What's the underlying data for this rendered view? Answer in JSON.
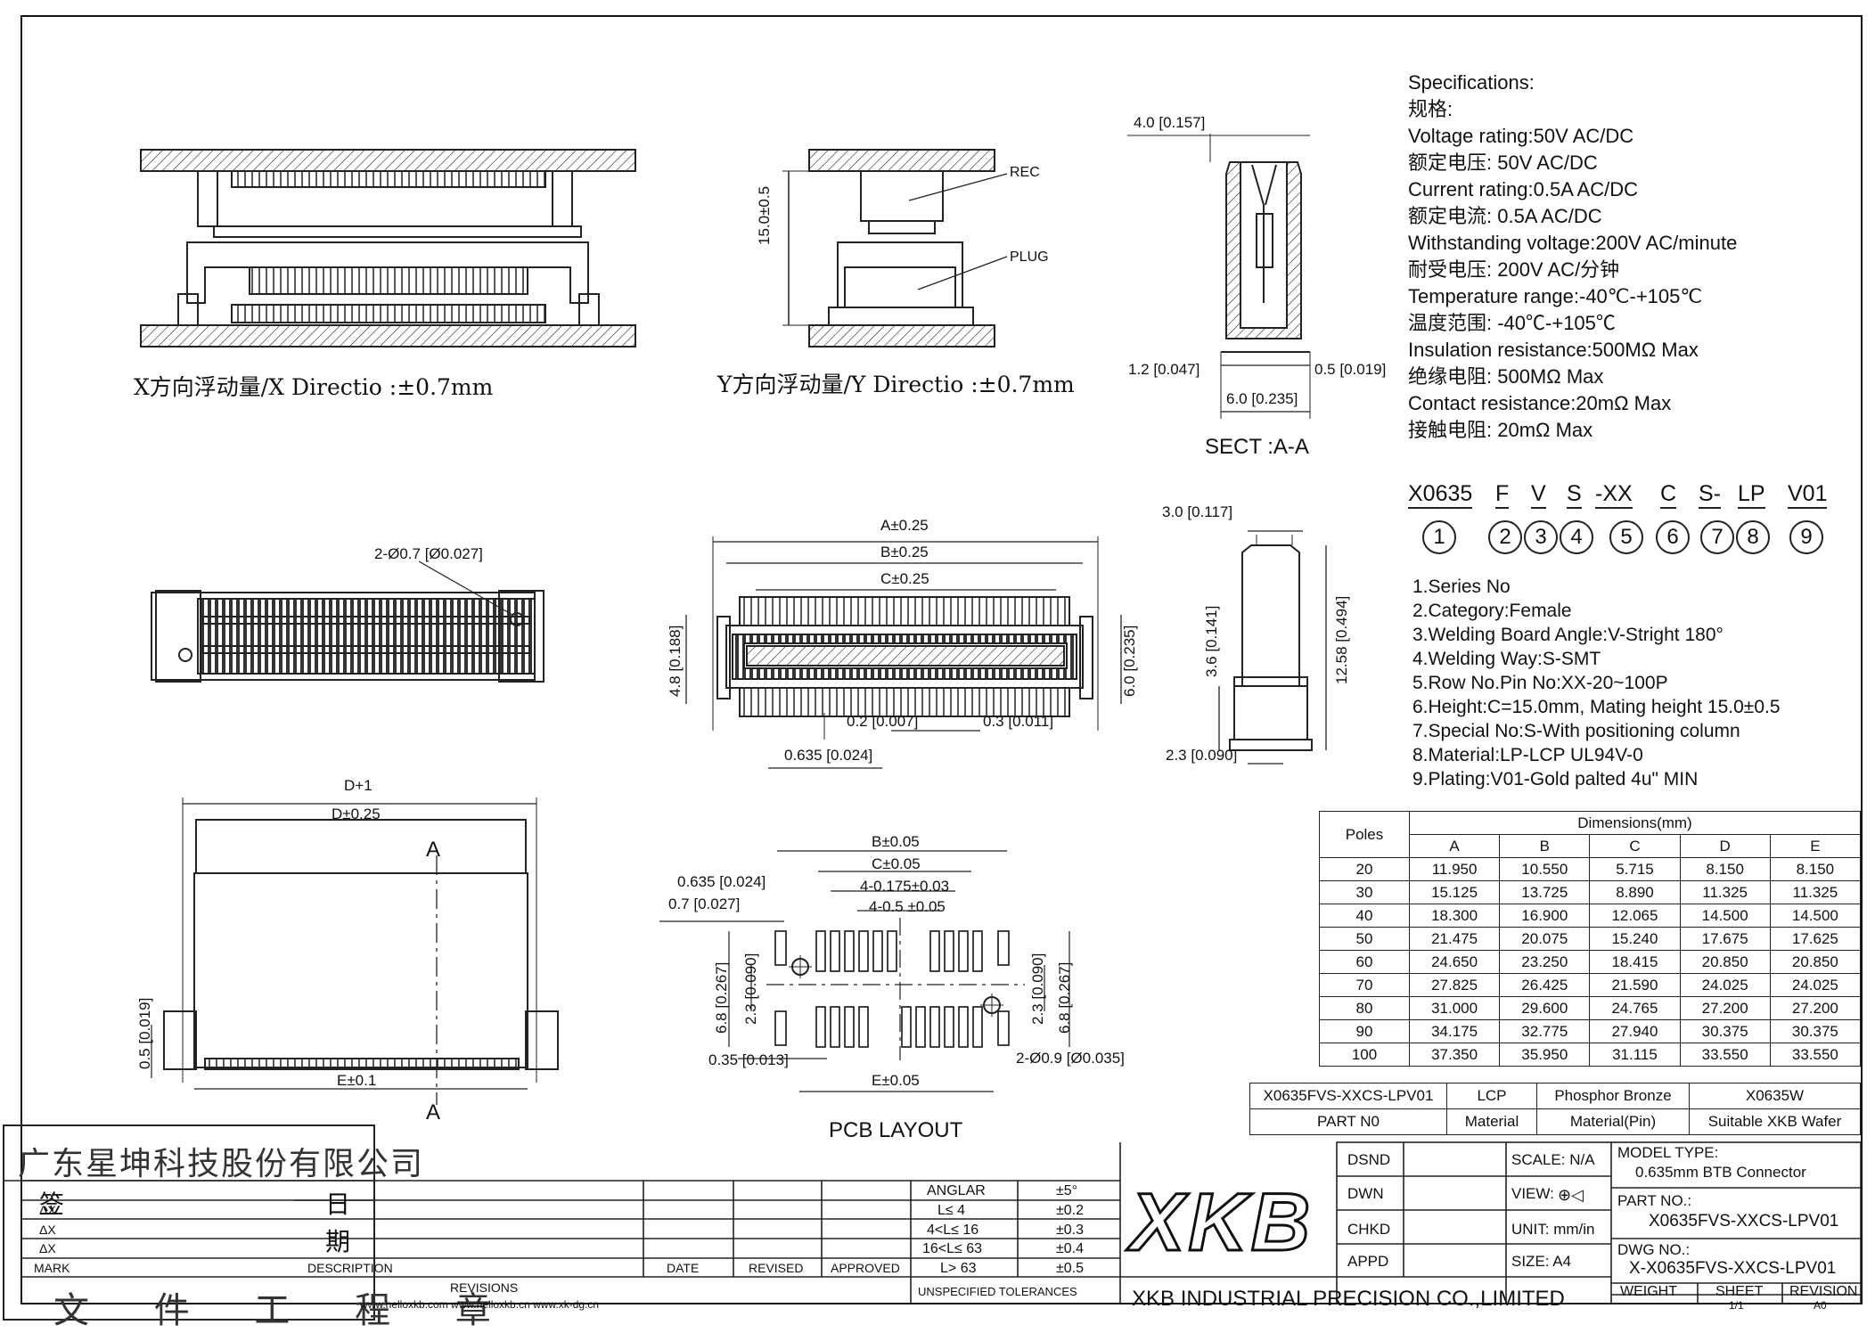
{
  "views": {
    "x_direction": "X方向浮动量/X Directio :±0.7mm",
    "y_direction": "Y方向浮动量/Y Directio :±0.7mm",
    "rec": "REC",
    "plug": "PLUG",
    "height_15": "15.0±0.5",
    "sect_title": "SECT :A-A",
    "sect_top_dim": "4.0 [0.157]",
    "sect_left_dim": "1.2 [0.047]",
    "sect_right_dim": "0.5 [0.019]",
    "sect_bottom_dim": "6.0 [0.235]",
    "hole_dim": "2-Ø0.7 [Ø0.027]",
    "dim_a": "A±0.25",
    "dim_b": "B±0.25",
    "dim_c": "C±0.25",
    "dim_48": "4.8 [0.188]",
    "dim_60": "6.0 [0.235]",
    "dim_02": "0.2 [0.007]",
    "dim_03": "0.3 [0.011]",
    "dim_0635": "0.635 [0.024]",
    "side_top": "3.0 [0.117]",
    "side_36": "3.6 [0.141]",
    "side_1258": "12.58 [0.494]",
    "side_23": "2.3 [0.090]",
    "dim_d1": "D+1",
    "dim_d": "D±0.25",
    "section_a": "A",
    "dim_05": "0.5 [0.019]",
    "dim_e01": "E±0.1",
    "pcb": {
      "b": "B±0.05",
      "c": "C±0.05",
      "p0635": "0.635 [0.024]",
      "p07": "0.7 [0.027]",
      "p4175": "4-0.175±0.03",
      "p405": "4-0.5 ±0.05",
      "h68": "6.8 [0.267]",
      "h23": "2.3 [0.090]",
      "p035": "0.35 [0.013]",
      "e": "E±0.05",
      "hole": "2-Ø0.9 [Ø0.035]",
      "title": "PCB  LAYOUT"
    }
  },
  "specs": [
    "Specifications:",
    "规格:",
    "Voltage rating:50V AC/DC",
    "额定电压: 50V AC/DC",
    "Current rating:0.5A AC/DC",
    "额定电流: 0.5A AC/DC",
    "Withstanding voltage:200V AC/minute",
    "耐受电压: 200V AC/分钟",
    "Temperature range:-40℃-+105℃",
    "温度范围: -40℃-+105℃",
    "Insulation resistance:500MΩ Max",
    "绝缘电阻: 500MΩ Max",
    "Contact resistance:20mΩ Max",
    "接触电阻: 20mΩ Max"
  ],
  "part_code": {
    "segments": [
      "X0635",
      "F",
      "V",
      "S",
      "-XX",
      "C",
      "S-",
      "LP",
      "V01"
    ],
    "numbers": [
      "1",
      "2",
      "3",
      "4",
      "5",
      "6",
      "7",
      "8",
      "9"
    ]
  },
  "legend": [
    "1.Series No",
    "2.Category:Female",
    "3.Welding Board Angle:V-Stright 180°",
    "4.Welding Way:S-SMT",
    "5.Row No.Pin No:XX-20~100P",
    "6.Height:C=15.0mm, Mating height 15.0±0.5",
    "7.Special No:S-With positioning column",
    "8.Material:LP-LCP UL94V-0",
    "9.Plating:V01-Gold palted 4u\" MIN"
  ],
  "dims_table": {
    "poles_label": "Poles",
    "group_label": "Dimensions(mm)",
    "columns": [
      "A",
      "B",
      "C",
      "D",
      "E"
    ],
    "rows": [
      [
        "20",
        "11.950",
        "10.550",
        "5.715",
        "8.150",
        "8.150"
      ],
      [
        "30",
        "15.125",
        "13.725",
        "8.890",
        "11.325",
        "11.325"
      ],
      [
        "40",
        "18.300",
        "16.900",
        "12.065",
        "14.500",
        "14.500"
      ],
      [
        "50",
        "21.475",
        "20.075",
        "15.240",
        "17.675",
        "17.625"
      ],
      [
        "60",
        "24.650",
        "23.250",
        "18.415",
        "20.850",
        "20.850"
      ],
      [
        "70",
        "27.825",
        "26.425",
        "21.590",
        "24.025",
        "24.025"
      ],
      [
        "80",
        "31.000",
        "29.600",
        "24.765",
        "27.200",
        "27.200"
      ],
      [
        "90",
        "34.175",
        "32.775",
        "27.940",
        "30.375",
        "30.375"
      ],
      [
        "100",
        "37.350",
        "35.950",
        "31.115",
        "33.550",
        "33.550"
      ]
    ]
  },
  "part_table": {
    "values": [
      "X0635FVS-XXCS-LPV01",
      "LCP",
      "Phosphor Bronze",
      "X0635W"
    ],
    "labels": [
      "PART N0",
      "Material",
      "Material(Pin)",
      "Suitable XKB Wafer"
    ]
  },
  "title_block": {
    "company_cn": "广东星坤科技股份有限公司",
    "stamp": "文 件 工 程 章",
    "date_label_1": "日",
    "date_label_2": "期",
    "sign_label": "签",
    "rev_marks": [
      "ΔX",
      "ΔX",
      "ΔX"
    ],
    "rev_headers": [
      "MARK",
      "DESCRIPTION",
      "DATE",
      "REVISED",
      "APPROVED"
    ],
    "revisions_label": "REVISIONS",
    "websites": "www.helloxkb.com    www.helloxkb.cn  www.xk-dg.cn",
    "tol_header": [
      "ANGLAR",
      "±5°"
    ],
    "tol_rows": [
      [
        "L≤  4",
        "±0.2"
      ],
      [
        "4<L≤  16",
        "±0.3"
      ],
      [
        "16<L≤  63",
        "±0.4"
      ],
      [
        "L>  63",
        "±0.5"
      ]
    ],
    "tol_footer": "UNSPECIFIED TOLERANCES",
    "logo": "XKB",
    "company_en": "XKB INDUSTRIAL PRECISION CO.,LIMITED",
    "dsnd": "DSND",
    "dwn": "DWN",
    "chkd": "CHKD",
    "appd": "APPD",
    "scale": "SCALE: N/A",
    "view": "VIEW:",
    "unit": "UNIT: mm/in",
    "size": "SIZE: A4",
    "model_type_label": "MODEL TYPE:",
    "model_type": "0.635mm  BTB  Connector",
    "part_no_label": "PART NO.:",
    "part_no": "X0635FVS-XXCS-LPV01",
    "dwg_no_label": "DWG NO.:",
    "dwg_no": "X-X0635FVS-XXCS-LPV01",
    "weight": "WEIGHT",
    "sheet": "SHEET",
    "sheet_val": "1/1",
    "revision": "REVISION",
    "revision_val": "A0"
  }
}
